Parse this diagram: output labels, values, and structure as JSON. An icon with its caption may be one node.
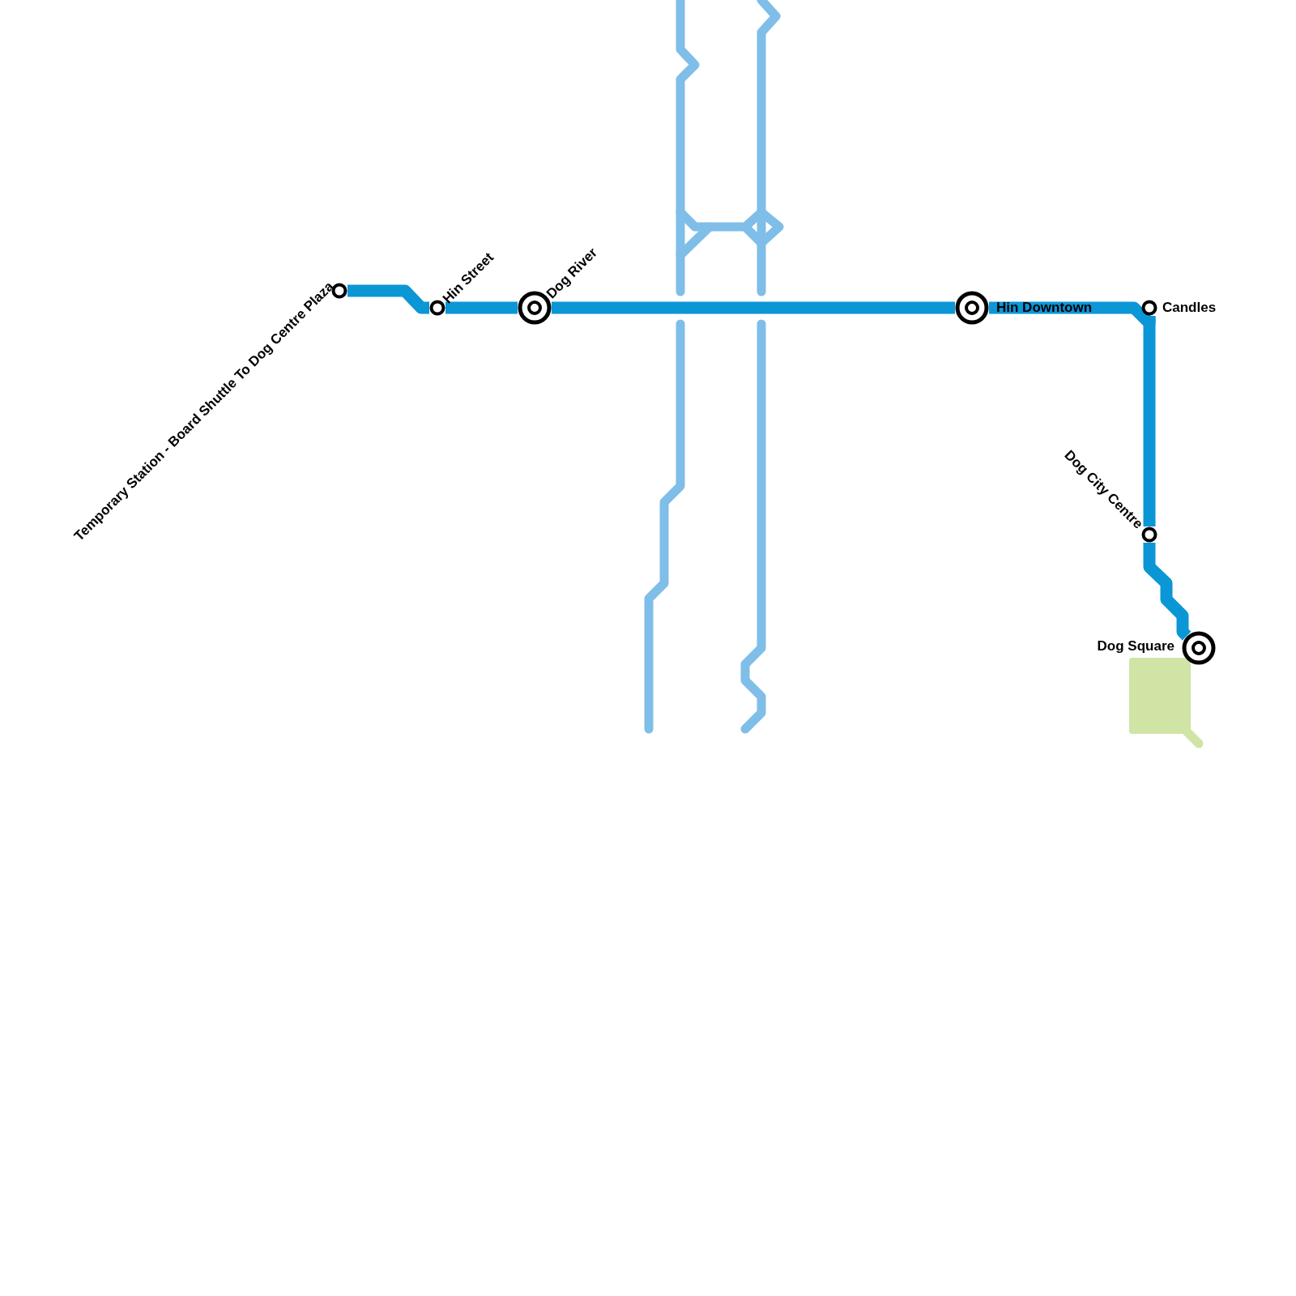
{
  "diagram": {
    "nodes": [
      {
        "text": [],
        "shape": "circle",
        "beside": [
          "Temporary Station - Board Shuttle To Dog Centre Plaza"
        ]
      },
      {
        "text": [],
        "shape": "circle",
        "beside": [
          "Hin Street"
        ]
      },
      {
        "text": [],
        "shape": "ring",
        "beside": [
          "Dog River"
        ]
      },
      {
        "text": [],
        "shape": "ring",
        "beside": [
          "Hin Downtown"
        ]
      },
      {
        "text": [],
        "shape": "circle",
        "beside": [
          "Candles"
        ]
      },
      {
        "text": [],
        "shape": "circle",
        "beside": [
          "Dog City Centre"
        ]
      },
      {
        "text": [],
        "shape": "ring",
        "beside": [
          "Dog Square"
        ]
      }
    ],
    "edges": [
      {
        "from": 0,
        "to": 1,
        "arrow": "none"
      },
      {
        "from": 1,
        "to": 2,
        "arrow": "none"
      },
      {
        "from": 2,
        "to": 3,
        "arrow": "none"
      },
      {
        "from": 3,
        "to": 4,
        "arrow": "none"
      },
      {
        "from": 4,
        "to": 5,
        "arrow": "none"
      },
      {
        "from": 5,
        "to": 6,
        "arrow": "none"
      }
    ]
  }
}
